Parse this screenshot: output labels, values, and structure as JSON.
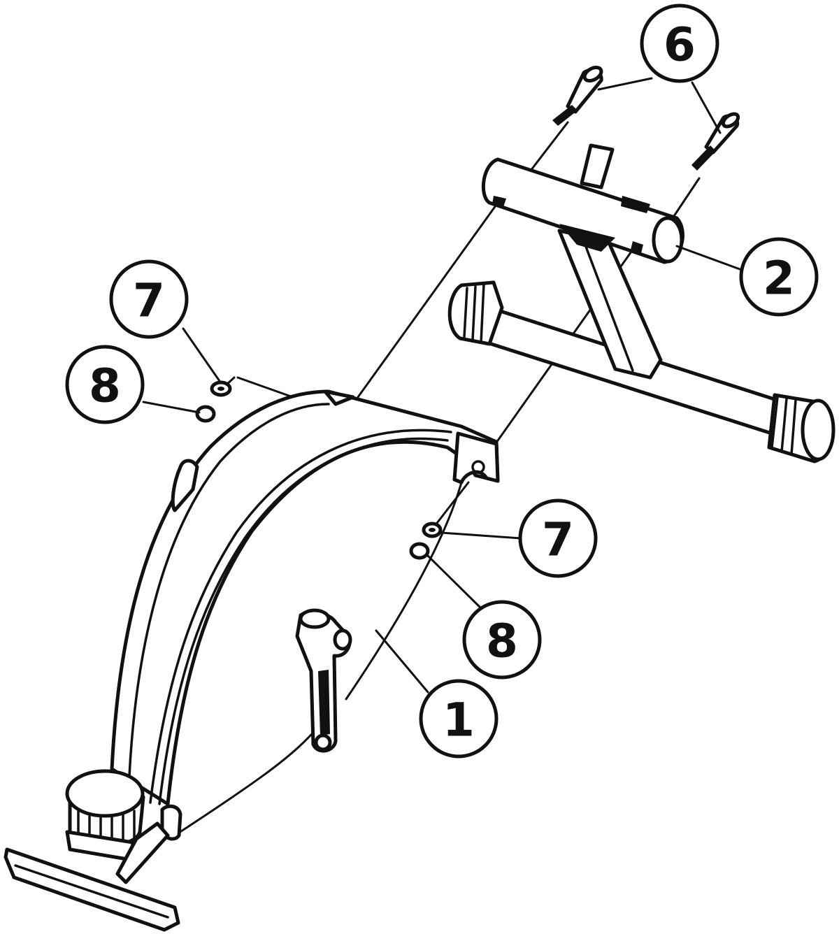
{
  "diagram": {
    "callouts": [
      {
        "id": "callout-6",
        "label": "6"
      },
      {
        "id": "callout-2",
        "label": "2"
      },
      {
        "id": "callout-7-left",
        "label": "7"
      },
      {
        "id": "callout-8-left",
        "label": "8"
      },
      {
        "id": "callout-7-right",
        "label": "7"
      },
      {
        "id": "callout-8-right",
        "label": "8"
      },
      {
        "id": "callout-1",
        "label": "1"
      }
    ],
    "line_color": "#111111",
    "background": "#ffffff"
  }
}
